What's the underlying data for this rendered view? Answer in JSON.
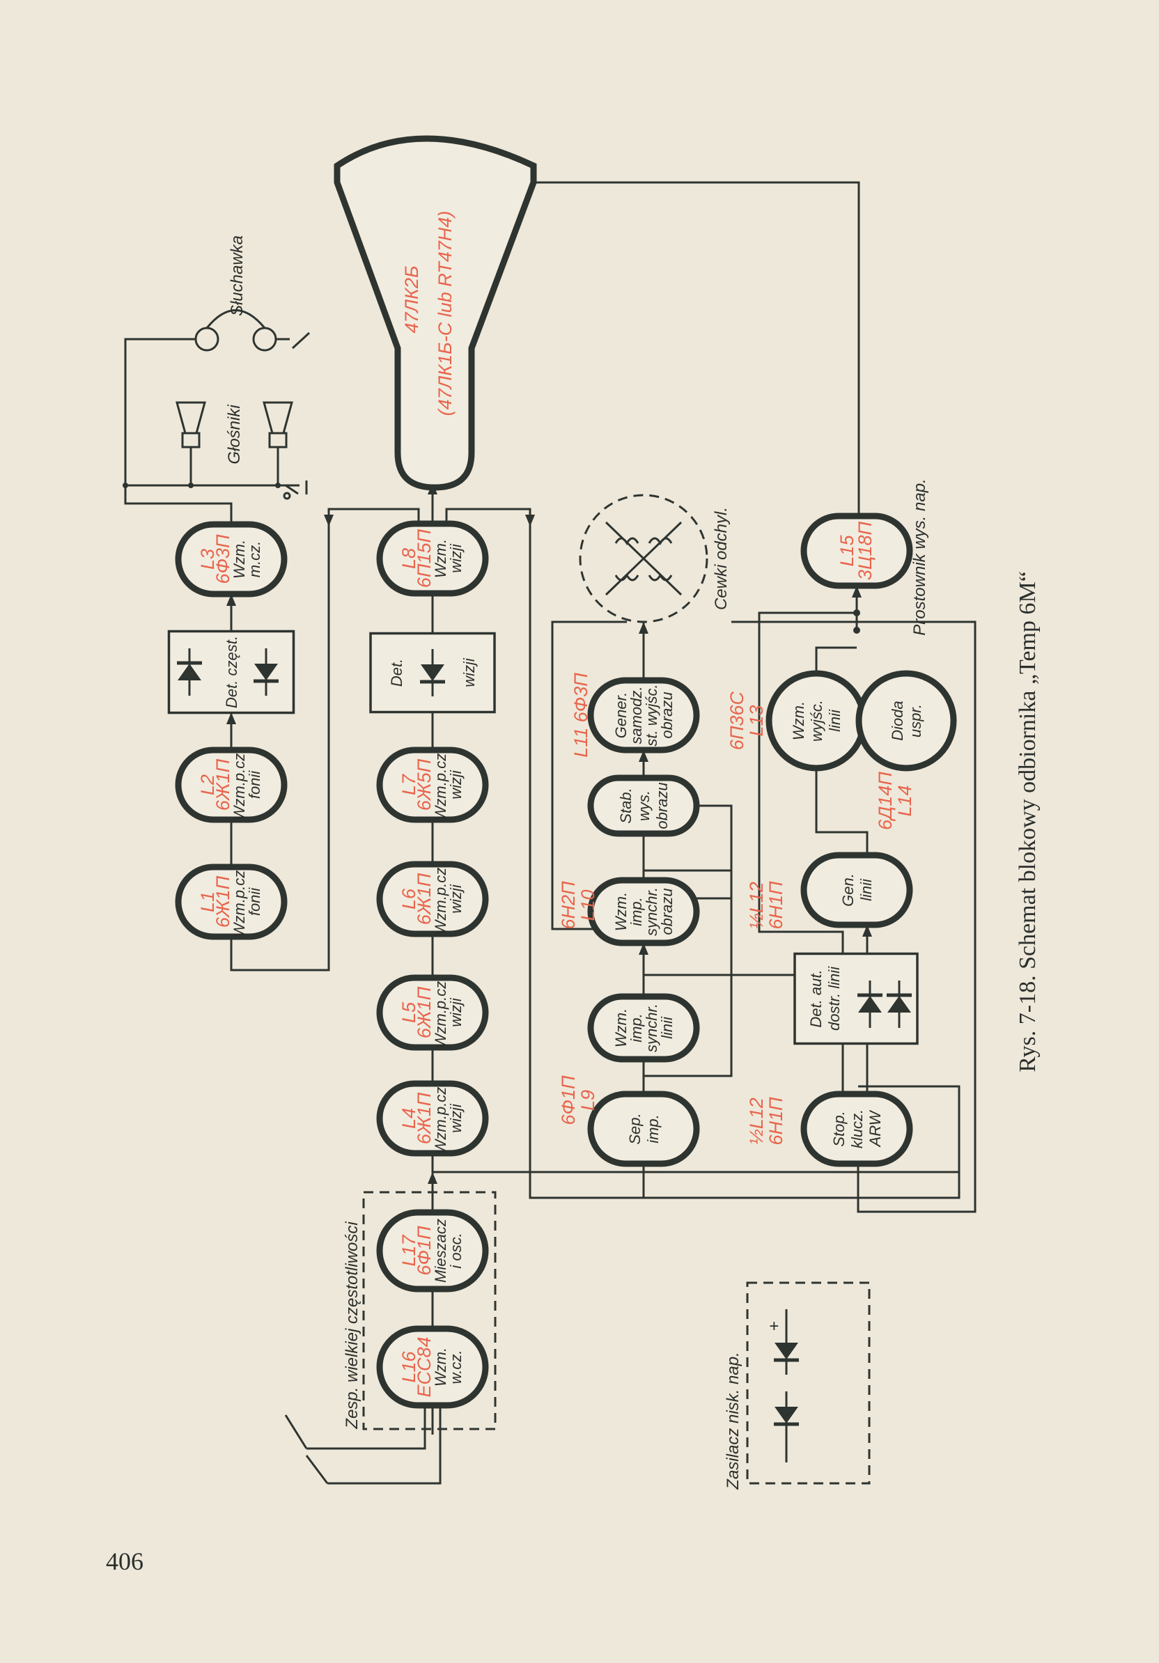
{
  "page_number": "406",
  "caption": "Rys. 7-18. Schemat blokowy odbiornika „Temp 6M“",
  "crt": {
    "type": "47ЛК2Б",
    "alt": "(47ЛК1Б-С lub RT47H4)"
  },
  "labels": {
    "headphone": "Słuchawka",
    "speakers": "Głośniki",
    "deflection_coils": "Cewki odchyl.",
    "hv_rectifier": "Prostownik wys. nap.",
    "tuner": "Zesp. wielkiej częstotliwości",
    "lv_supply": "Zasilacz nisk. nap.",
    "plus": "+"
  },
  "blocks": {
    "l1": {
      "red": [
        "L1",
        "6Ж1П"
      ],
      "black": [
        "Wzm.p.cz.",
        "fonii"
      ]
    },
    "l2": {
      "red": [
        "L2",
        "6Ж1П"
      ],
      "black": [
        "Wzm.p.cz.",
        "fonii"
      ]
    },
    "det_audio": {
      "red": [],
      "black": [
        "Det. częst."
      ]
    },
    "l3": {
      "red": [
        "L3",
        "6Ф3П"
      ],
      "black": [
        "Wzm.",
        "m.cz."
      ]
    },
    "l8": {
      "red": [
        "L8",
        "6П15П"
      ],
      "black": [
        "Wzm.",
        "wizji"
      ]
    },
    "det_video": {
      "red": [],
      "black": [
        "Det.",
        "wizji"
      ]
    },
    "l7": {
      "red": [
        "L7",
        "6Ж5П"
      ],
      "black": [
        "Wzm.p.cz.",
        "wizji"
      ]
    },
    "l6": {
      "red": [
        "L6",
        "6Ж1П"
      ],
      "black": [
        "Wzm.p.cz.",
        "wizji"
      ]
    },
    "l5": {
      "red": [
        "L5",
        "6Ж1П"
      ],
      "black": [
        "Wzm.p.cz.",
        "wizji"
      ]
    },
    "l4": {
      "red": [
        "L4",
        "6Ж1П"
      ],
      "black": [
        "Wzm.p.cz.",
        "wizji"
      ]
    },
    "l17": {
      "red": [
        "L17",
        "6Ф1П"
      ],
      "black": [
        "Mieszacz",
        "i osc."
      ]
    },
    "l16": {
      "red": [
        "L16",
        "ECC84"
      ],
      "black": [
        "Wzm.",
        "w.cz."
      ]
    },
    "l11": {
      "red": [
        "L11  6Ф3П"
      ],
      "black": [
        "Gener.",
        "samodz.",
        "st. wyjśc.",
        "obrazu"
      ]
    },
    "stab": {
      "red": [],
      "black": [
        "Stab.",
        "wys.",
        "obrazu"
      ]
    },
    "l10": {
      "red": [
        "6Н2П",
        "L10"
      ],
      "black": [
        "Wzm.",
        "imp.",
        "synchr.",
        "obrazu"
      ]
    },
    "sync_line": {
      "red": [],
      "black": [
        "Wzm.",
        "imp.",
        "synchr.",
        "linii"
      ]
    },
    "l9": {
      "red": [
        "6Ф1П",
        "L9"
      ],
      "black": [
        "Sep.",
        "imp."
      ]
    },
    "l15": {
      "red": [
        "L15",
        "3Ц18П"
      ],
      "black": []
    },
    "l13": {
      "red": [
        "6П36С",
        "L13"
      ],
      "black": [
        "Wzm.",
        "wyjśc.",
        "linii"
      ]
    },
    "l14": {
      "red": [
        "6Д14П",
        "L14"
      ],
      "black": [
        "Dioda",
        "uspr."
      ]
    },
    "gen_line": {
      "red": [
        "½L12",
        "6Н1П"
      ],
      "black": [
        "Gen.",
        "linii"
      ]
    },
    "det_aut": {
      "red": [],
      "black": [
        "Det. aut.",
        "dostr. linii"
      ]
    },
    "stop_arw": {
      "red": [
        "½L12",
        "6Н1П"
      ],
      "black": [
        "Stop.",
        "klucz.",
        "ARW"
      ]
    }
  }
}
